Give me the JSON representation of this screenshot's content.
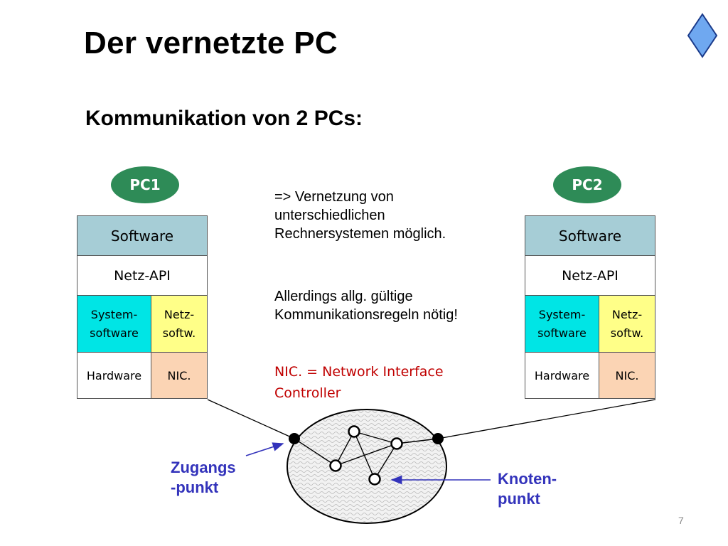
{
  "title": "Der vernetzte PC",
  "subtitle": "Kommunikation von 2 PCs:",
  "pc1": {
    "badge": "PC1",
    "layers": {
      "software": "Software",
      "api": "Netz-API",
      "sys_line1": "System-",
      "sys_line2": "software",
      "netz_line1": "Netz-",
      "netz_line2": "softw.",
      "hardware": "Hardware",
      "nic": "NIC."
    }
  },
  "pc2": {
    "badge": "PC2",
    "layers": {
      "software": "Software",
      "api": "Netz-API",
      "sys_line1": "System-",
      "sys_line2": "software",
      "netz_line1": "Netz-",
      "netz_line2": "softw.",
      "hardware": "Hardware",
      "nic": "NIC."
    }
  },
  "notes": {
    "line1": "=> Vernetzung von unterschiedlichen Rechnersystemen möglich.",
    "line2": "Allerdings allg. gültige Kommunikationsregeln nötig!",
    "nic_definition": "NIC. = Network Interface Controller"
  },
  "labels": {
    "access_point_1": "Zugangs",
    "access_point_2": "-punkt",
    "node_point_1": "Knoten-",
    "node_point_2": "punkt"
  },
  "page_number": "7",
  "colors": {
    "pc_badge": "#2e8b57",
    "software_layer": "#a6cdd6",
    "system_layer": "#00e5e5",
    "netz_layer": "#ffff88",
    "nic_layer": "#fbd4b4",
    "label_blue": "#3333bb",
    "note_red": "#c00000"
  }
}
